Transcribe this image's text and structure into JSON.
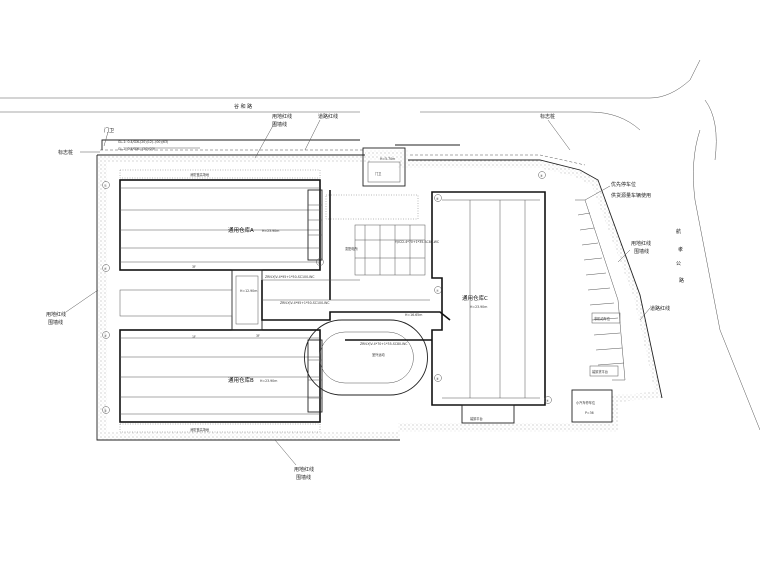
{
  "roads": {
    "top_road": "谷 和 路",
    "right_road": "航 孝 公 路"
  },
  "labels": {
    "land_boundary_wall_top": "用地红线\n围墙线",
    "road_red_line_top": "道路红线",
    "gate_guard": "门卫",
    "marker_pole_left": "标志桩",
    "land_boundary_wall_left": "用地红线\n围墙线",
    "marker_pole_right": "标志桩",
    "priority_parking": "优先停车位",
    "priority_parking_note": "供货源量车辆使用",
    "land_boundary_wall_right": "用地红线\n围墙线",
    "road_red_line_right": "道路红线",
    "land_boundary_wall_bottom": "用地红线\n围墙线",
    "fire_lane_top": "消防登高场地",
    "fire_lane_bottom": "消防登高场地",
    "building_a": "通用仓库A",
    "building_a_height": "H=23.90m",
    "building_b": "通用仓库B",
    "building_b_height": "H=23.90m",
    "building_c": "通用仓库C",
    "building_c_height": "H=23.90m",
    "height_mid": "H=16.65m",
    "height_mid2": "H=12.90m",
    "height_top": "H=5.70m",
    "outdoor_sports": "室外运动",
    "small_parking": "小汽车停车位",
    "small_parking_count": "P=36",
    "nonmotor_parking": "非机动车位",
    "warehouse_loading": "装卸货平台",
    "loading_dock": "装卸平台",
    "top_annotation_1": "GL-1: 0.4/GXL(20)(12)..(00)(63)",
    "top_annotation_2": "GL-2: 0.4/GXL..(20)(23)",
    "level_3f_a": "3F",
    "level_3f_b": "3F",
    "level_1f": "1F",
    "pipe_label_1": "ZRN-YJV-4*95+1*50-SC100-WC",
    "pipe_label_2": "ZRN-YJV-4*95+1*50-SC100-WC",
    "pipe_label_3": "ZRN-YJV-4*70+1*35-SC80-WC",
    "pipe_label_4": "YJV22-4*70+1*35-SC80-WC",
    "substation": "变配电所",
    "axis_1": "①",
    "axis_2": "②",
    "axis_3": "③",
    "axis_4": "④",
    "axis_5": "⑤",
    "axis_6": "⑥",
    "axis_7": "⑦",
    "axis_8": "⑧",
    "axis_9": "⑨",
    "axis_10": "⑩"
  },
  "colors": {
    "line": "#222222",
    "bold": "#111111",
    "background": "#ffffff"
  }
}
